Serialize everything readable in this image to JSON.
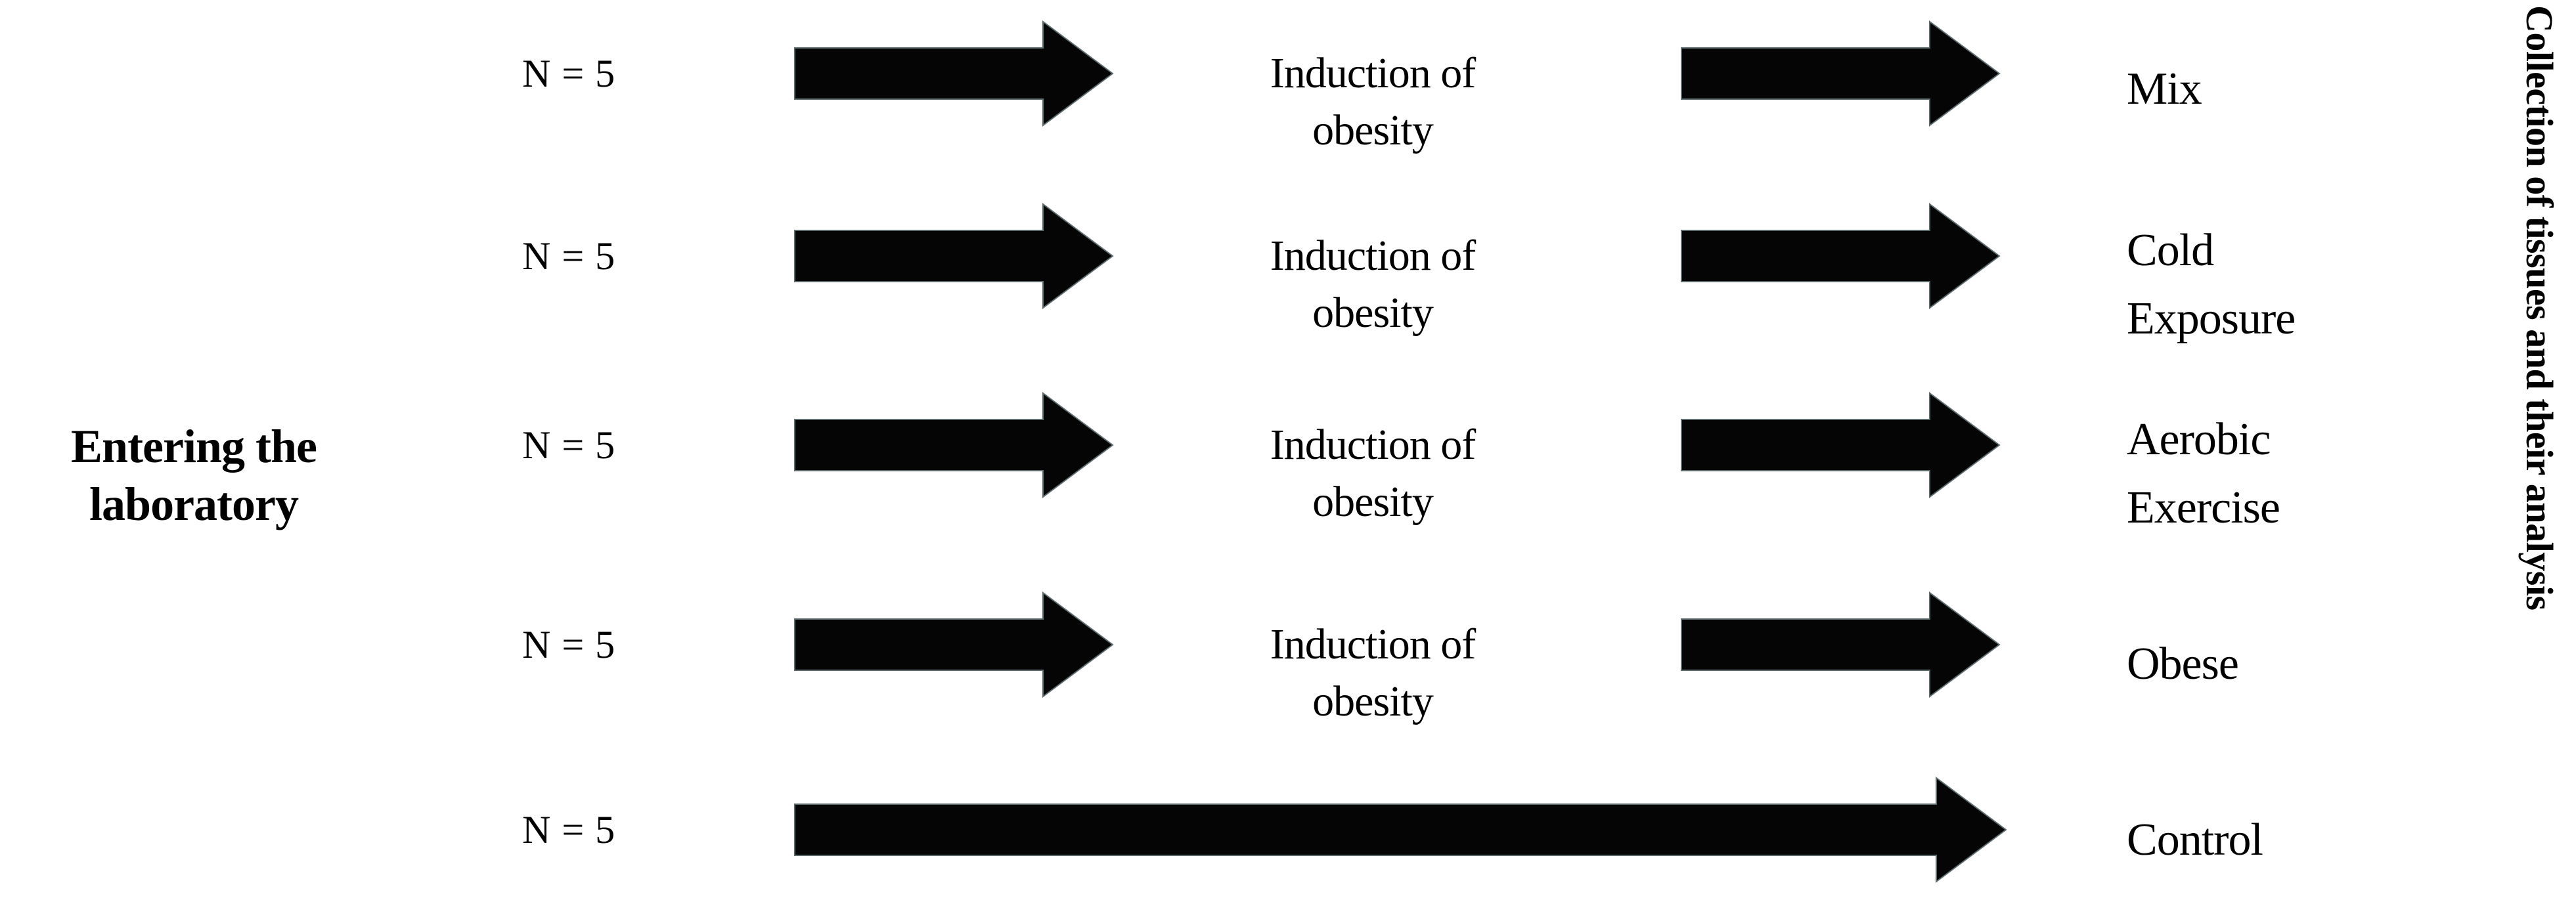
{
  "style": {
    "background": "#ffffff",
    "text_color": "#000000",
    "arrow_fill": "#050505",
    "arrow_edge": "#5c6c6f"
  },
  "left_title": {
    "line1": "Entering the",
    "line2": "laboratory"
  },
  "right_title": "Collection of tissues and their analysis",
  "rows": [
    {
      "n_label": "N = 5",
      "path": "via-induction",
      "middle_line1": "Induction of",
      "middle_line2": "obesity",
      "group_line1": "Mix",
      "group_line2": ""
    },
    {
      "n_label": "N = 5",
      "path": "via-induction",
      "middle_line1": "Induction of",
      "middle_line2": "obesity",
      "group_line1": "Cold",
      "group_line2": "Exposure"
    },
    {
      "n_label": "N = 5",
      "path": "via-induction",
      "middle_line1": "Induction of",
      "middle_line2": "obesity",
      "group_line1": "Aerobic",
      "group_line2": "Exercise"
    },
    {
      "n_label": "N = 5",
      "path": "via-induction",
      "middle_line1": "Induction of",
      "middle_line2": "obesity",
      "group_line1": "Obese",
      "group_line2": ""
    },
    {
      "n_label": "N = 5",
      "path": "direct",
      "middle_line1": "",
      "middle_line2": "",
      "group_line1": "Control",
      "group_line2": ""
    }
  ]
}
